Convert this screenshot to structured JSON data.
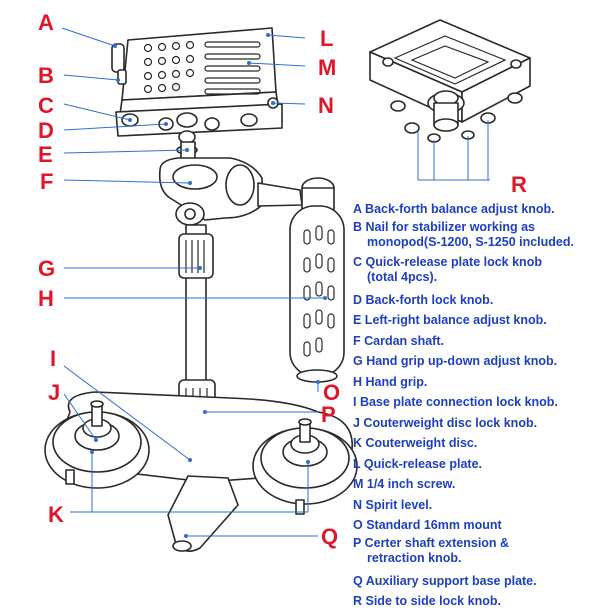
{
  "callout_letters": {
    "A": "A",
    "B": "B",
    "C": "C",
    "D": "D",
    "E": "E",
    "F": "F",
    "G": "G",
    "H": "H",
    "I": "I",
    "J": "J",
    "K": "K",
    "L": "L",
    "M": "M",
    "N": "N",
    "O": "O",
    "P": "P",
    "Q": "Q",
    "R": "R"
  },
  "legend": [
    {
      "key": "A",
      "line1": "A Back-forth balance adjust knob.",
      "line2": ""
    },
    {
      "key": "B",
      "line1": "B Nail for stabilizer working as",
      "line2": "monopod(S-1200, S-1250 included."
    },
    {
      "key": "C",
      "line1": "C Quick-release plate lock knob",
      "line2": "(total 4pcs)."
    },
    {
      "key": "D",
      "line1": "D Back-forth lock knob.",
      "line2": ""
    },
    {
      "key": "E",
      "line1": "E Left-right balance adjust knob.",
      "line2": ""
    },
    {
      "key": "F",
      "line1": "F Cardan shaft.",
      "line2": ""
    },
    {
      "key": "G",
      "line1": "G Hand grip up-down adjust knob.",
      "line2": ""
    },
    {
      "key": "H",
      "line1": "H Hand grip.",
      "line2": ""
    },
    {
      "key": "I",
      "line1": "I Base plate connection lock knob.",
      "line2": ""
    },
    {
      "key": "J",
      "line1": "J Couterweight disc lock knob.",
      "line2": ""
    },
    {
      "key": "K",
      "line1": "K Couterweight disc.",
      "line2": ""
    },
    {
      "key": "L",
      "line1": "L Quick-release plate.",
      "line2": ""
    },
    {
      "key": "M",
      "line1": "M 1/4 inch screw.",
      "line2": ""
    },
    {
      "key": "N",
      "line1": "N Spirit level.",
      "line2": ""
    },
    {
      "key": "O",
      "line1": "O Standard 16mm mount",
      "line2": ""
    },
    {
      "key": "P",
      "line1": "P Certer shaft extension &",
      "line2": "retraction knob."
    },
    {
      "key": "Q",
      "line1": "Q Auxiliary support base plate.",
      "line2": ""
    },
    {
      "key": "R",
      "line1": "R Side to side lock knob.",
      "line2": ""
    }
  ],
  "colors": {
    "callout_letter": "#e0162b",
    "legend_text": "#1e3fbf",
    "leader_line": "#2e6fd0",
    "drawing_ink": "#2a2a2a"
  }
}
